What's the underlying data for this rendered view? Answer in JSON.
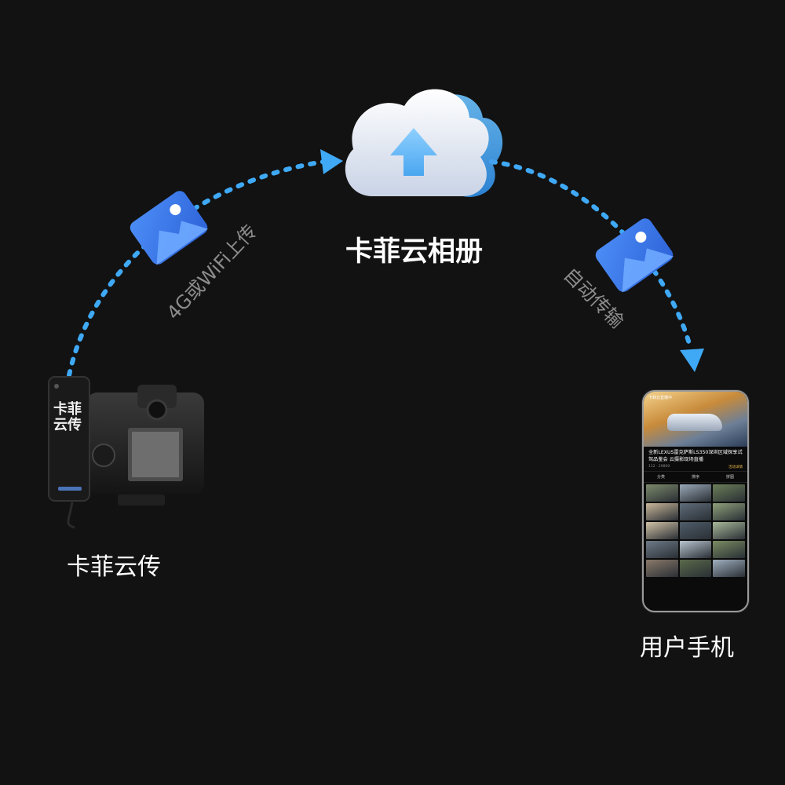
{
  "labels": {
    "cloud": "卡菲云相册",
    "device": "卡菲云传",
    "phone": "用户手机",
    "upload_path": "4G或WiFi上传",
    "download_path": "自动传输"
  },
  "device_brand": "卡菲\n云传",
  "phone_screen": {
    "banner_tag": "卡菲云直播中",
    "headline": "全新LEXUS雷克萨斯LS350深圳区域探享试驾品鉴会 云摄影现场直播",
    "views": "112",
    "likes": "29800",
    "live_link": "活动详情",
    "tabs": [
      "分类",
      "排序",
      "拼图"
    ]
  },
  "colors": {
    "background": "#121212",
    "arrow": "#3fa9f5",
    "cloud_accent": "#3fa9f5",
    "photo_icon": "#3a7cf0"
  }
}
